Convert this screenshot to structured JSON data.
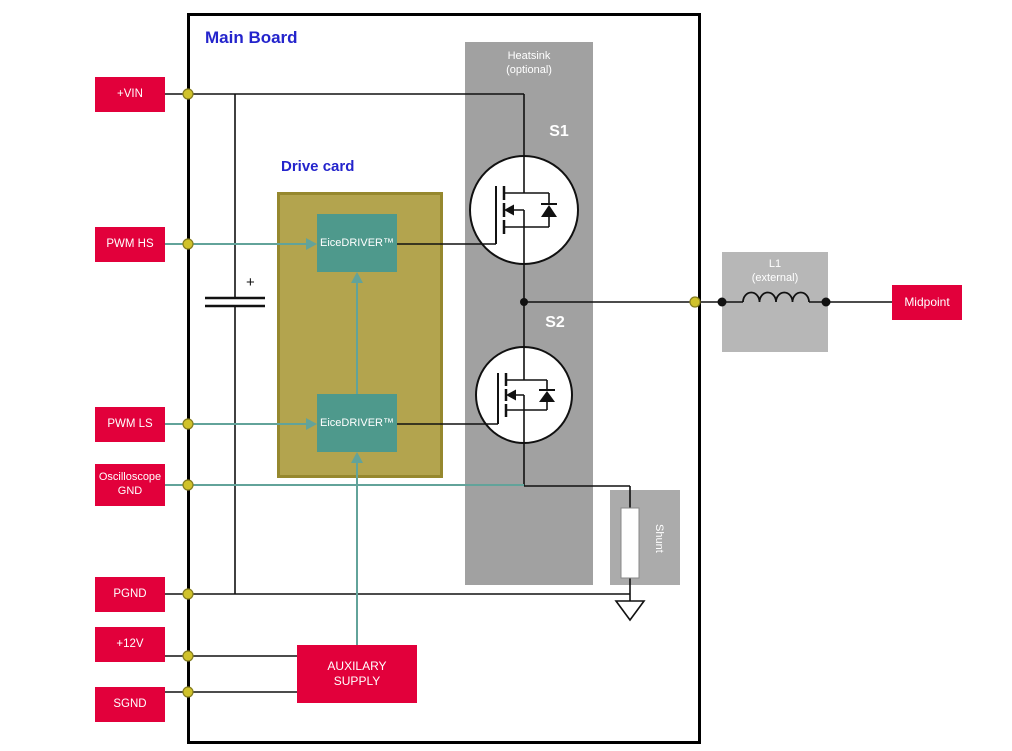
{
  "colors": {
    "brand_red": "#e2003b",
    "title_blue": "#2424cc",
    "driver_teal": "#4e998c",
    "wire_teal": "#62a39a",
    "drive_card_olive": "#b3a44e",
    "drive_card_border": "#96882e",
    "heatsink_gray": "#a1a1a1",
    "inductor_gray": "#b7b7b7",
    "shunt_gray": "#ababab",
    "node_yellow": "#d0c22b"
  },
  "board": {
    "title": "Main Board"
  },
  "terminals": {
    "vin": {
      "label": "+VIN"
    },
    "pwm_hs": {
      "label": "PWM HS"
    },
    "pwm_ls": {
      "label": "PWM LS"
    },
    "osc_gnd": {
      "line1": "Oscilloscope",
      "line2": "GND"
    },
    "pgnd": {
      "label": "PGND"
    },
    "v12": {
      "label": "+12V"
    },
    "sgnd": {
      "label": "SGND"
    },
    "midpoint": {
      "label": "Midpoint"
    }
  },
  "drive_card": {
    "title": "Drive card",
    "driver_hs": {
      "label": "EiceDRIVER™"
    },
    "driver_ls": {
      "label": "EiceDRIVER™"
    }
  },
  "heatsink": {
    "line1": "Heatsink",
    "line2": "(optional)"
  },
  "switches": {
    "high_side": "S1",
    "low_side": "S2"
  },
  "shunt": {
    "label": "Shunt"
  },
  "inductor": {
    "line1": "L1",
    "line2": "(external)"
  },
  "aux_supply": {
    "line1": "AUXILARY",
    "line2": "SUPPLY"
  },
  "capacitor": {
    "plus": "+"
  }
}
